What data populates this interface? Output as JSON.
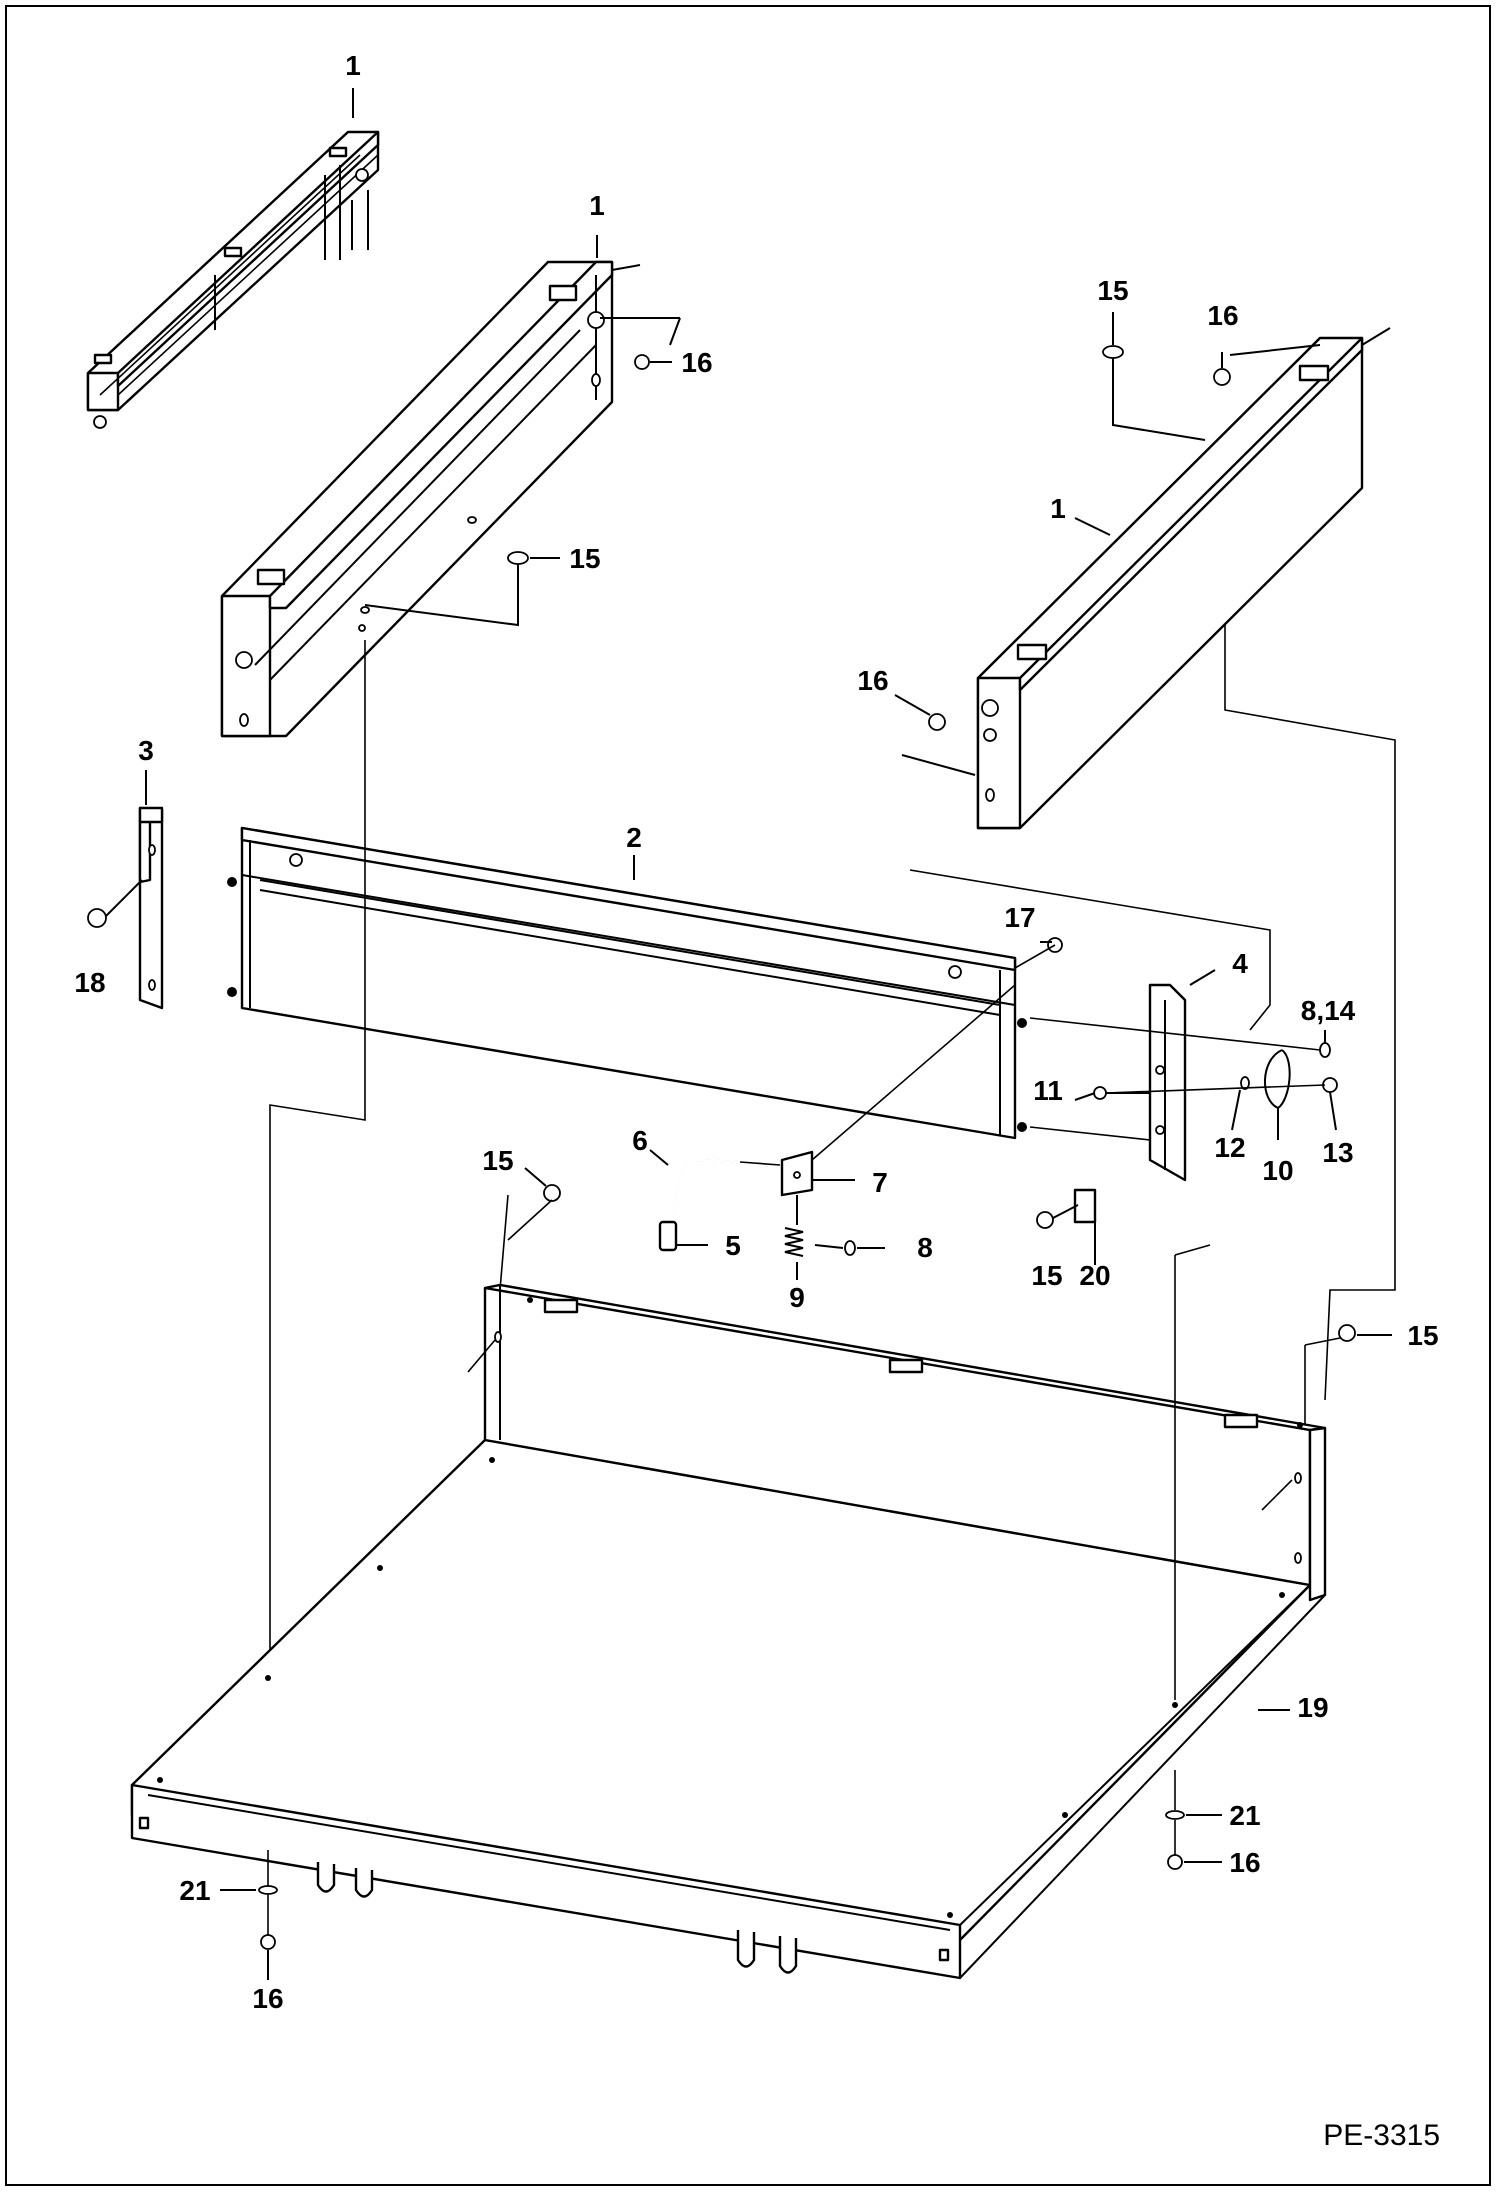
{
  "drawing": {
    "reference": "PE-3315"
  },
  "callouts": [
    {
      "id": "c1a",
      "text": "1"
    },
    {
      "id": "c1b",
      "text": "1"
    },
    {
      "id": "c1c",
      "text": "1"
    },
    {
      "id": "c2",
      "text": "2"
    },
    {
      "id": "c3",
      "text": "3"
    },
    {
      "id": "c4",
      "text": "4"
    },
    {
      "id": "c5",
      "text": "5"
    },
    {
      "id": "c6",
      "text": "6"
    },
    {
      "id": "c7",
      "text": "7"
    },
    {
      "id": "c8",
      "text": "8"
    },
    {
      "id": "c814",
      "text": "8,14"
    },
    {
      "id": "c9",
      "text": "9"
    },
    {
      "id": "c10",
      "text": "10"
    },
    {
      "id": "c11",
      "text": "11"
    },
    {
      "id": "c12",
      "text": "12"
    },
    {
      "id": "c13",
      "text": "13"
    },
    {
      "id": "c15a",
      "text": "15"
    },
    {
      "id": "c15b",
      "text": "15"
    },
    {
      "id": "c15c",
      "text": "15"
    },
    {
      "id": "c15d",
      "text": "15"
    },
    {
      "id": "c15e",
      "text": "15"
    },
    {
      "id": "c16a",
      "text": "16"
    },
    {
      "id": "c16b",
      "text": "16"
    },
    {
      "id": "c16c",
      "text": "16"
    },
    {
      "id": "c16d",
      "text": "16"
    },
    {
      "id": "c16e",
      "text": "16"
    },
    {
      "id": "c17",
      "text": "17"
    },
    {
      "id": "c18",
      "text": "18"
    },
    {
      "id": "c19",
      "text": "19"
    },
    {
      "id": "c20",
      "text": "20"
    },
    {
      "id": "c21a",
      "text": "21"
    },
    {
      "id": "c21b",
      "text": "21"
    }
  ]
}
